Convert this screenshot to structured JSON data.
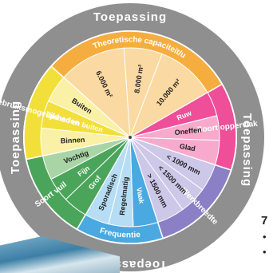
{
  "outer_ring": {
    "labels": {
      "top": "Toepassing",
      "left": "Toepassing",
      "right": "Toepassing",
      "bottom": "Toepassing"
    },
    "color": "#8f8f8f"
  },
  "sectors": [
    {
      "id": "capaciteit",
      "category": "Theoretische capaciteit/u",
      "color": "#f6ad3f",
      "light": "#fbd9a2",
      "items": [
        "6.000 m²",
        "8.000 m²",
        "10.000 m²"
      ]
    },
    {
      "id": "oppervlak",
      "category": "Soort oppervlak",
      "color": "#ee4f98",
      "light": "#f8aacd",
      "items": [
        "Ruw",
        "Oneffen",
        "Glad"
      ]
    },
    {
      "id": "werkbreedte",
      "category": "Werkbreedte",
      "color": "#8b80c6",
      "light": "#cdc7e8",
      "items": [
        "< 1000 mm",
        "< 1500 mm",
        "> 1500 mm"
      ]
    },
    {
      "id": "frequentie",
      "category": "Frequentie",
      "color": "#49a9e0",
      "light": "#b6ddf4",
      "items": [
        "Vaak",
        "Regelmatig",
        "Sporadisch"
      ]
    },
    {
      "id": "vuil",
      "category": "Soort vuil",
      "color": "#4aa55a",
      "light": "#a9d5a6",
      "items": [
        "Grof",
        "Fijn",
        "Vochtig"
      ]
    },
    {
      "id": "gebruik",
      "category": "Gebruiksmogelijkheden",
      "color": "#f3df3a",
      "light": "#faf0a6",
      "items": [
        "Binnen",
        "Binnen en buiten",
        "Buiten"
      ]
    }
  ],
  "side_text": {
    "heading_char": "7",
    "bullets": [
      "•",
      "•"
    ]
  }
}
